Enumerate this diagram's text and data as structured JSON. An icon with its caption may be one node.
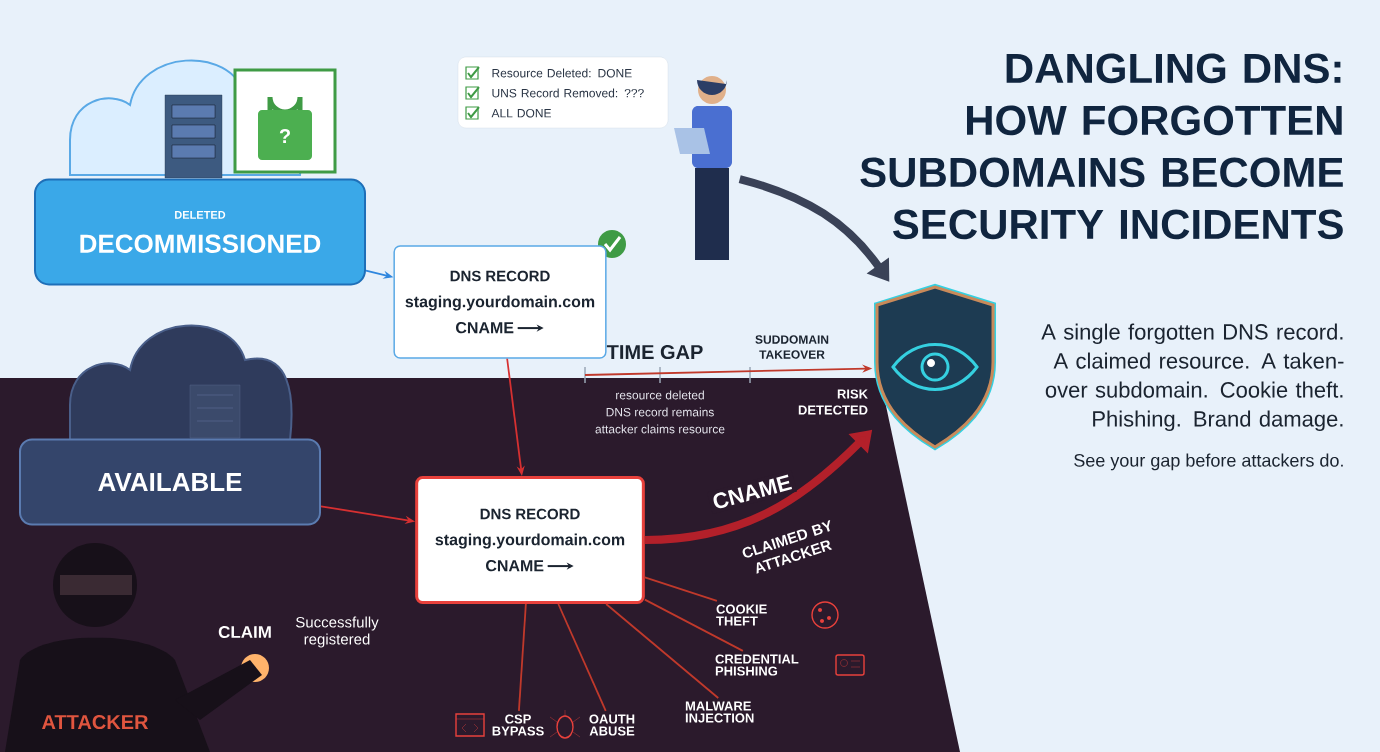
{
  "diagram": {
    "title": "DANGLING DNS: HOW FORGOTTEN SUBDOMAINS BECOME SECURITY INCIDENTS",
    "nodes": [
      {
        "text": [
          "DELETED",
          "DECOMMISSIONED"
        ]
      },
      {
        "text": [
          "DNS RECORD",
          "staging.yourdomain.com",
          "CNAME"
        ]
      },
      {
        "text": [
          "Resource Deleted: DONE",
          "UNS Record Removed: ???",
          "ALL DONE"
        ]
      },
      {
        "text": [],
        "shape": "person"
      },
      {
        "text": [],
        "shape": "shield"
      },
      {
        "text": [
          "AVAILABLE"
        ]
      },
      {
        "text": [
          "DNS RECORD",
          "staging.yourdomain.com",
          "CNAME"
        ]
      },
      {
        "text": [
          "ATTACKER"
        ]
      },
      {
        "text": [
          "COOKIE THEFT"
        ]
      },
      {
        "text": [
          "CREDENTIAL PHISHING"
        ]
      },
      {
        "text": [
          "MALWARE INJECTION"
        ]
      },
      {
        "text": [
          "CSP BYPASS"
        ]
      },
      {
        "text": [
          "OAUTH ABUSE"
        ]
      }
    ],
    "edges": [
      {
        "from": 0,
        "to": 1,
        "arrow": "to",
        "color": "#2e86de"
      },
      {
        "from": 3,
        "to": 4,
        "arrow": "to",
        "style": "thick",
        "color": "#3a4257"
      },
      {
        "from": 1,
        "to": 6,
        "arrow": "to",
        "color": "#d63031"
      },
      {
        "from": 5,
        "to": 6,
        "arrow": "to",
        "color": "#d63031"
      },
      {
        "from": 6,
        "to": 4,
        "arrow": "to",
        "label": "CNAME",
        "style": "thick",
        "color": "#b3202a"
      },
      {
        "from": null,
        "to": 4,
        "arrow": "to"
      },
      {
        "from": 6,
        "to": 8,
        "arrow": "none"
      },
      {
        "from": 6,
        "to": 9,
        "arrow": "none"
      },
      {
        "from": 6,
        "to": 10,
        "arrow": "none"
      },
      {
        "from": 6,
        "to": 11,
        "arrow": "none"
      },
      {
        "from": 6,
        "to": 12,
        "arrow": "none"
      }
    ],
    "labels": [
      "?",
      "TIME GAP",
      "SUDDOMAIN TAKEOVER",
      "resource deleted",
      "DNS record remains",
      "attacker claims resource",
      "RISK DETECTED",
      "A single forgotten DNS record. A claimed resource. A taken-over subdomain. Cookie theft. Phishing. Brand damage.",
      "See your gap before attackers do.",
      "CLAIMED BY ATTACKER",
      "CLAIM",
      "Successfully registered"
    ]
  }
}
